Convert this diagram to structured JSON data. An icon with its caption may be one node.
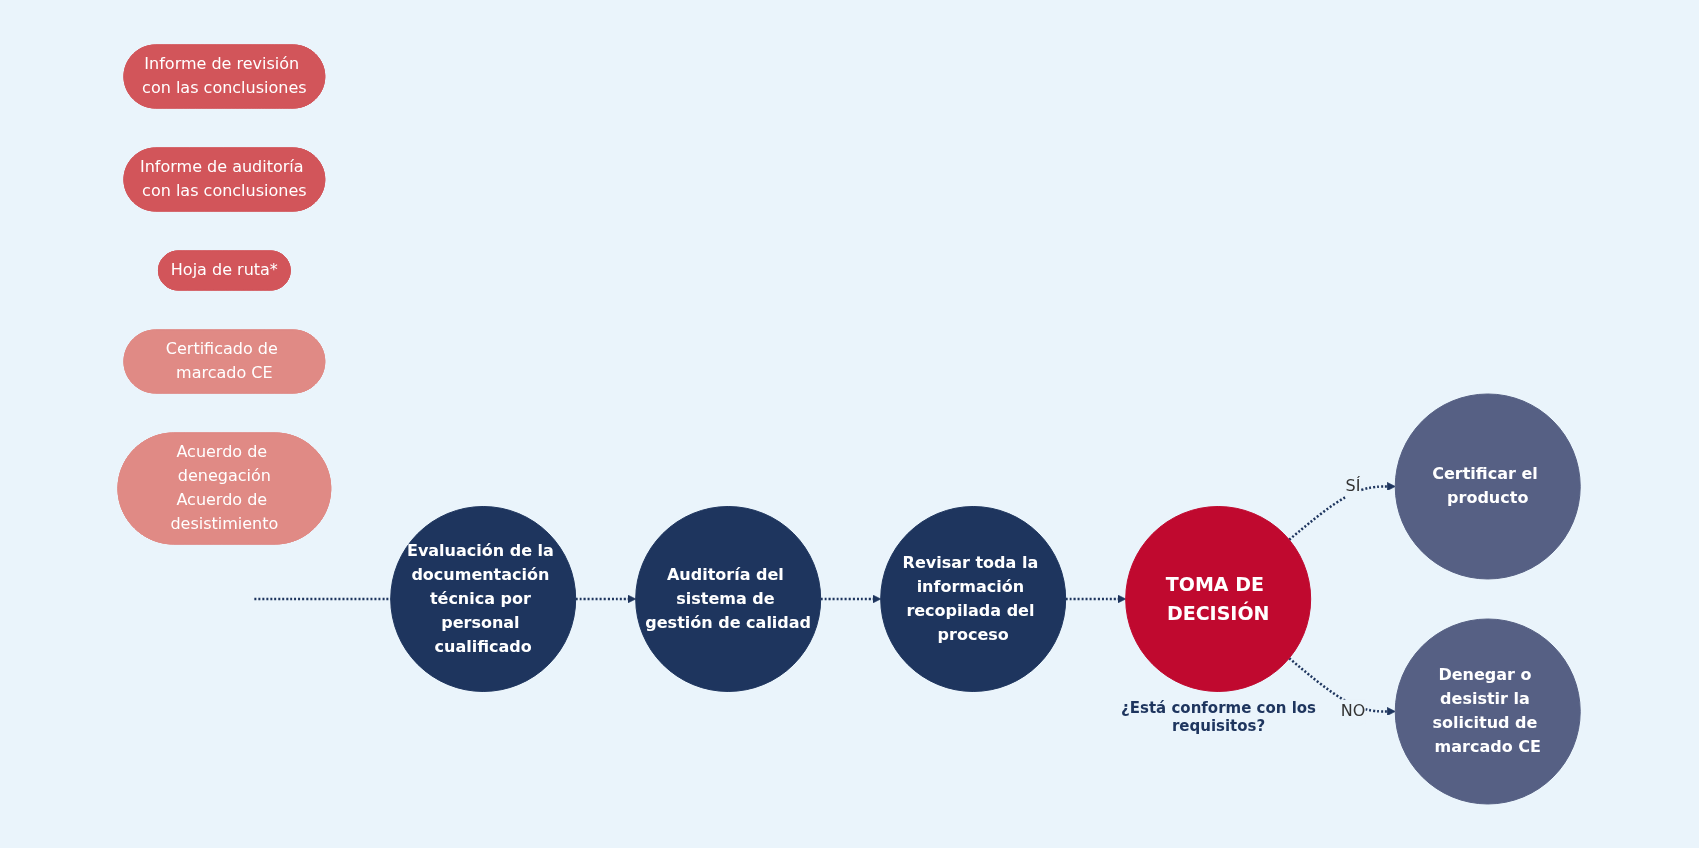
{
  "diagram": {
    "nodes": [
      {
        "text": [
          "Evaluación de la documentación técnica por personal cualificado"
        ]
      },
      {
        "text": [
          "Informe de revisión con las conclusiones"
        ]
      },
      {
        "text": [
          "Auditoría del sistema de gestión de calidad"
        ]
      },
      {
        "text": [
          "Informe de auditoría con las conclusiones"
        ]
      },
      {
        "text": [
          "Revisar toda la información recopilada del proceso"
        ]
      },
      {
        "text": [
          "Hoja de ruta*"
        ]
      },
      {
        "text": [
          "TOMA DE DECISIÓN"
        ],
        "beside": [
          "¿Está conforme con los requisitos?"
        ]
      },
      {
        "text": [
          "Certificar el producto"
        ]
      },
      {
        "text": [
          "Certificado de marcado CE"
        ]
      },
      {
        "text": [
          "Acuerdo de denegación",
          "Acuerdo de desistimiento"
        ]
      },
      {
        "text": [
          "Denegar o desistir la solicitud de marcado CE"
        ]
      }
    ],
    "edges": [
      {
        "from": null,
        "to": 0,
        "arrow": "none",
        "style": "dashed"
      },
      {
        "from": 0,
        "to": 2,
        "arrow": "to",
        "style": "dashed"
      },
      {
        "from": 2,
        "to": 4,
        "arrow": "to",
        "style": "dashed"
      },
      {
        "from": 4,
        "to": 6,
        "arrow": "to",
        "style": "dashed"
      },
      {
        "from": 6,
        "to": 7,
        "arrow": "to",
        "style": "dashed",
        "label": "SÍ"
      },
      {
        "from": 6,
        "to": 10,
        "arrow": "to",
        "style": "dashed",
        "label": "NO"
      }
    ]
  }
}
